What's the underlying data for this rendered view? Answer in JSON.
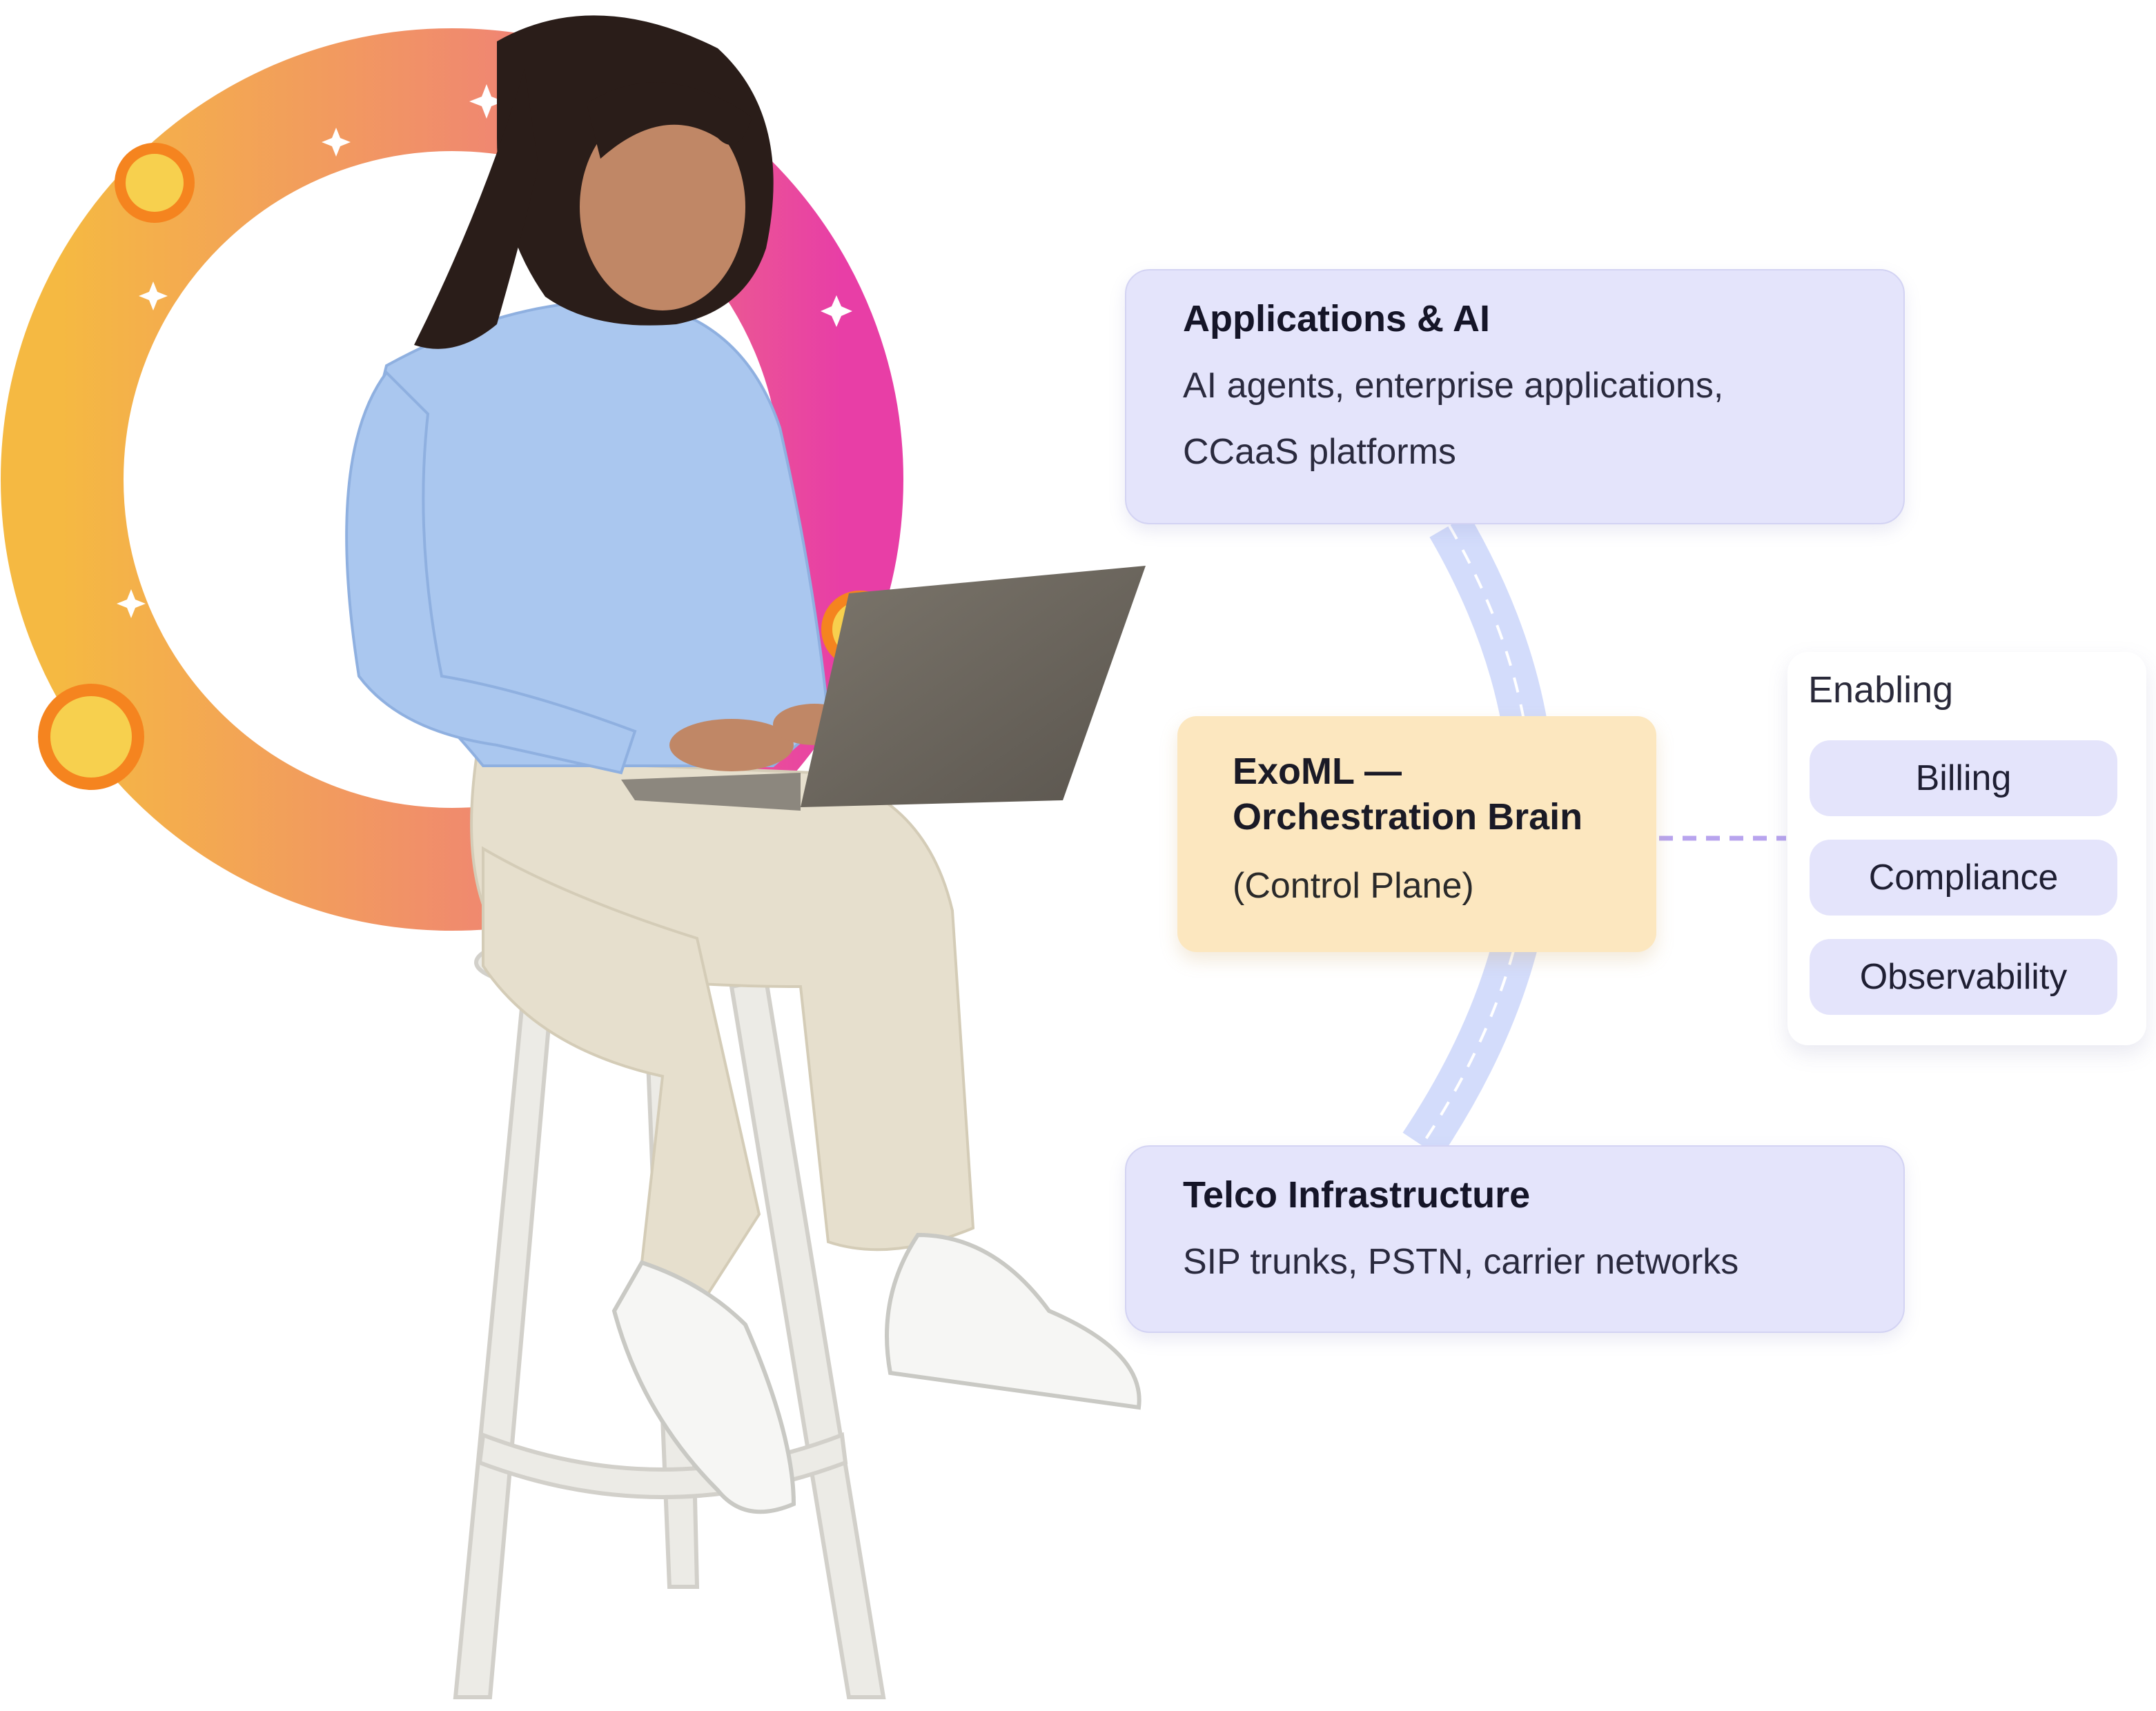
{
  "diagram": {
    "top_layer": {
      "title": "Applications & AI",
      "description_line1": "AI agents, enterprise applications,",
      "description_line2": "CCaaS platforms"
    },
    "core": {
      "title_line1": "ExoML —",
      "title_line2": "Orchestration Brain",
      "subtitle": "(Control Plane)"
    },
    "bottom_layer": {
      "title": "Telco Infrastructure",
      "description": "SIP trunks, PSTN, carrier networks"
    },
    "enabling": {
      "label": "Enabling",
      "items": [
        "Billing",
        "Compliance",
        "Observability"
      ]
    }
  },
  "colors": {
    "card_bg": "#e4e4fb",
    "core_bg": "#fce7bf",
    "connector": "#d3dcfb",
    "ring_start": "#f5b942",
    "ring_mid": "#f08870",
    "ring_end": "#e83ea6",
    "orb_fill": "#f7d04e",
    "orb_stroke": "#f5841f"
  }
}
